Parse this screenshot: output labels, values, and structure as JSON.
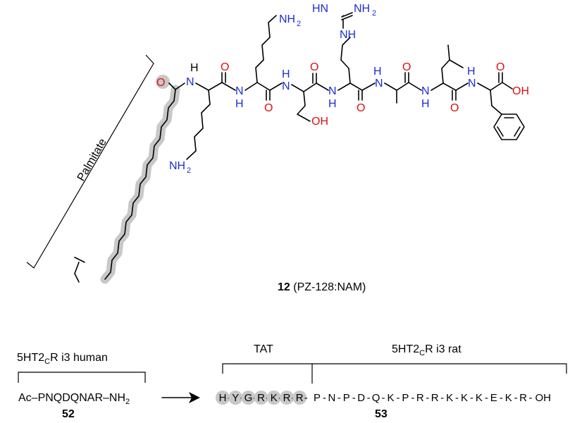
{
  "palmitate_label": "Palmitate",
  "compound12": {
    "number": "12",
    "name": "(PZ-128:NAM)"
  },
  "atoms": {
    "H": "H",
    "N": "N",
    "O": "O",
    "OH": "OH",
    "NH": "NH",
    "NH2": "NH",
    "sub2": "2",
    "HN": "HN"
  },
  "peptide52": {
    "header_pre": "5HT2",
    "header_sub": "C",
    "header_post": "R i3 human",
    "seq_pre": "Ac–PNQDQNAR–NH",
    "seq_sub": "2",
    "number": "52"
  },
  "peptide53": {
    "tat_label": "TAT",
    "rat_pre": "5HT2",
    "rat_sub": "C",
    "rat_post": "R i3 rat",
    "tat_residues": [
      "H",
      "Y",
      "G",
      "R",
      "K",
      "R",
      "R"
    ],
    "rat_residues": [
      "P",
      "N",
      "P",
      "D",
      "Q",
      "K",
      "P",
      "R",
      "R",
      "K",
      "K",
      "K",
      "E",
      "K",
      "R"
    ],
    "terminal": "OH",
    "number": "53"
  }
}
